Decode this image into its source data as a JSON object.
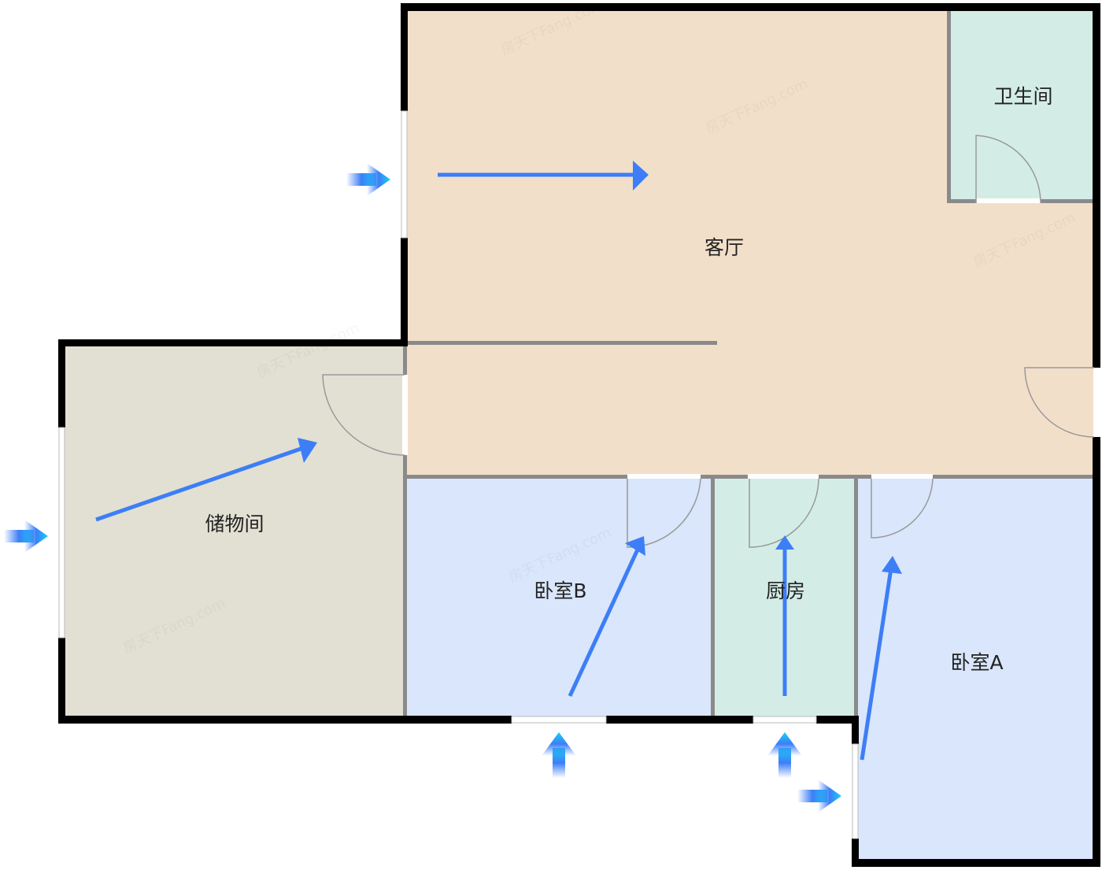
{
  "rooms": {
    "living_room": "客厅",
    "bathroom": "卫生间",
    "storage": "储物间",
    "bedroom_b": "卧室B",
    "kitchen": "厨房",
    "bedroom_a": "卧室A"
  },
  "watermark": "房天下Fang.com",
  "colors": {
    "living": "#f2dfca",
    "bath": "#d3ede6",
    "storage": "#e1e0d3",
    "bedroom": "#d9e6fb",
    "kitchen": "#d3ede6",
    "arrow": "#3d7ef7",
    "wall": "#000000",
    "inner_wall": "#8a8a8a"
  }
}
